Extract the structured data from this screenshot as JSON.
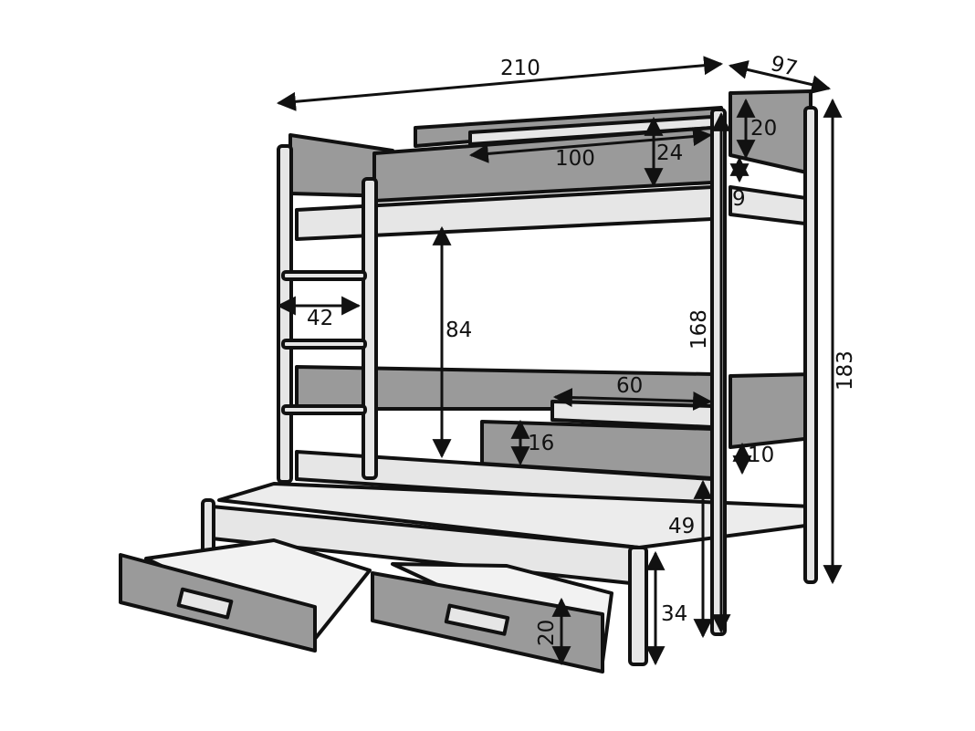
{
  "diagram": {
    "title": "Bunk bed with trundle and drawers — dimensions (cm)",
    "colors": {
      "panel": "#9a9a9a",
      "frame": "#e6e6e6",
      "outline": "#111111",
      "mattress": "#ececec",
      "background": "#ffffff"
    },
    "dimensions": {
      "overall_length": "210",
      "overall_depth": "97",
      "overall_height": "183",
      "post_height": "168",
      "upper_guard_opening": "100",
      "upper_guard_height": "24",
      "end_panel_height": "20",
      "upper_mattress_gap": "9",
      "ladder_width": "42",
      "lower_clearance": "84",
      "lower_guard_opening": "60",
      "lower_guard_height": "16",
      "lower_mattress_gap": "10",
      "trundle_height": "49",
      "trundle_base_height": "34",
      "drawer_height": "20"
    },
    "components": [
      "upper bunk",
      "lower bunk",
      "ladder",
      "pull-out trundle bed",
      "drawer left",
      "drawer right"
    ]
  }
}
